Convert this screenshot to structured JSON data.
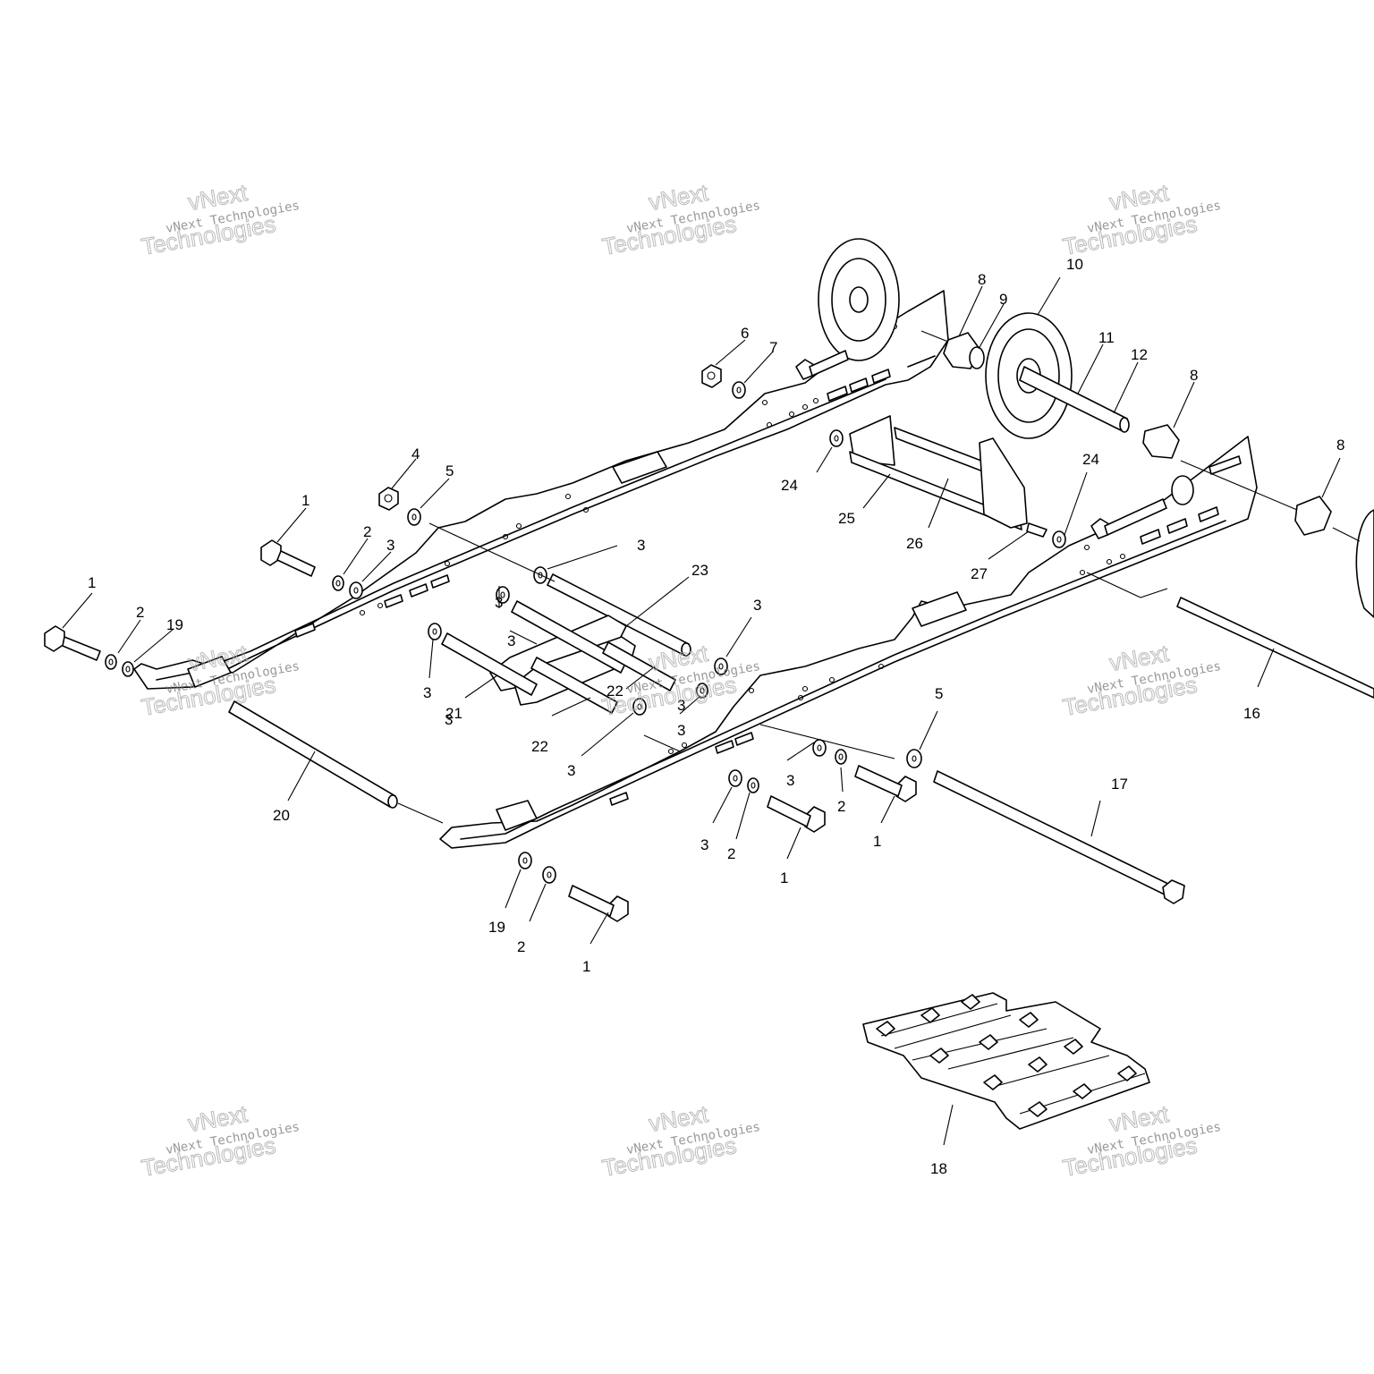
{
  "callouts": [
    {
      "label": "1"
    },
    {
      "label": "1"
    },
    {
      "label": "1"
    },
    {
      "label": "1"
    },
    {
      "label": "1"
    },
    {
      "label": "2"
    },
    {
      "label": "2"
    },
    {
      "label": "2"
    },
    {
      "label": "2"
    },
    {
      "label": "2"
    },
    {
      "label": "3"
    },
    {
      "label": "3"
    },
    {
      "label": "3"
    },
    {
      "label": "3"
    },
    {
      "label": "3"
    },
    {
      "label": "3"
    },
    {
      "label": "3"
    },
    {
      "label": "3"
    },
    {
      "label": "3"
    },
    {
      "label": "3"
    },
    {
      "label": "3"
    },
    {
      "label": "3"
    },
    {
      "label": "4"
    },
    {
      "label": "5"
    },
    {
      "label": "5"
    },
    {
      "label": "6"
    },
    {
      "label": "7"
    },
    {
      "label": "8"
    },
    {
      "label": "8"
    },
    {
      "label": "8"
    },
    {
      "label": "9"
    },
    {
      "label": "10"
    },
    {
      "label": "11"
    },
    {
      "label": "12"
    },
    {
      "label": "16"
    },
    {
      "label": "17"
    },
    {
      "label": "18"
    },
    {
      "label": "19"
    },
    {
      "label": "19"
    },
    {
      "label": "20"
    },
    {
      "label": "21"
    },
    {
      "label": "22"
    },
    {
      "label": "22"
    },
    {
      "label": "23"
    },
    {
      "label": "24"
    },
    {
      "label": "24"
    },
    {
      "label": "25"
    },
    {
      "label": "26"
    },
    {
      "label": "27"
    }
  ],
  "watermarks": [
    {
      "small": "vNext Technologies",
      "big1": "vNext",
      "big2": "Technologies"
    },
    {
      "small": "vNext Technologies",
      "big1": "vNext",
      "big2": "Technologies"
    },
    {
      "small": "vNext Technologies",
      "big1": "vNext",
      "big2": "Technologies"
    },
    {
      "small": "vNext Technologies",
      "big1": "vNext",
      "big2": "Technologies"
    },
    {
      "small": "vNext Technologies",
      "big1": "vNext",
      "big2": "Technologies"
    },
    {
      "small": "vNext Technologies",
      "big1": "vNext",
      "big2": "Technologies"
    },
    {
      "small": "vNext Technologies",
      "big1": "vNext",
      "big2": "Technologies"
    },
    {
      "small": "vNext Technologies",
      "big1": "vNext",
      "big2": "Technologies"
    },
    {
      "small": "vNext Technologies",
      "big1": "vNext",
      "big2": "Technologies"
    }
  ]
}
